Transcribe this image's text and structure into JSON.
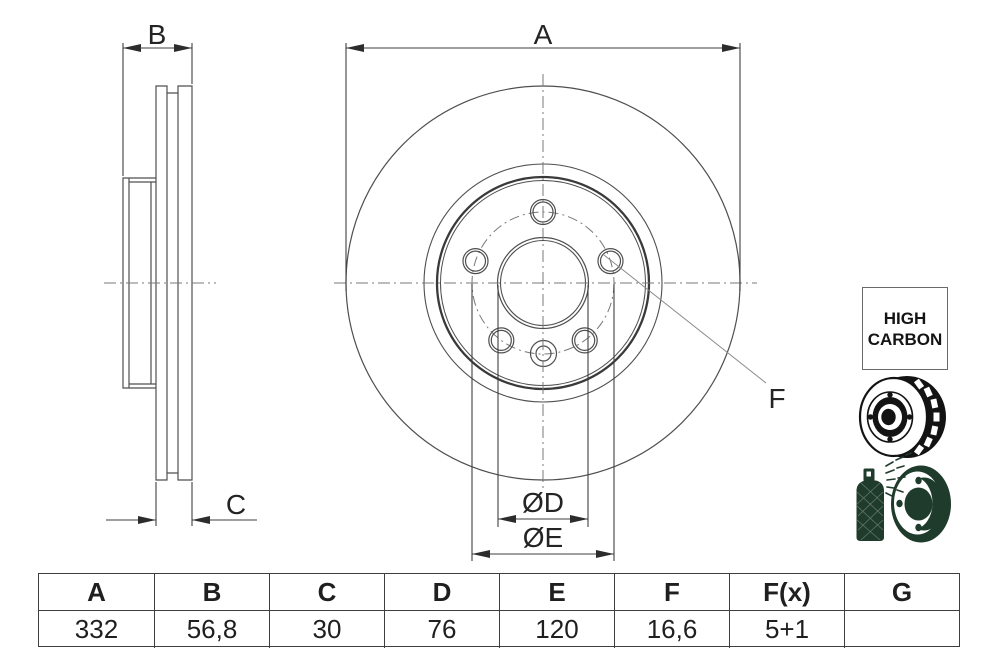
{
  "labels": {
    "dim_a": "A",
    "dim_b": "B",
    "dim_c": "C",
    "dim_d": "ØD",
    "dim_e": "ØE",
    "dim_f": "F"
  },
  "badge": {
    "line1": "HIGH",
    "line2": "CARBON"
  },
  "icons": {
    "disc_icon": "vented-brake-disc",
    "spray_icon": "spray-coated-disc"
  },
  "table": {
    "headers": [
      "A",
      "B",
      "C",
      "D",
      "E",
      "F",
      "F(x)",
      "G"
    ],
    "values": [
      "332",
      "56,8",
      "30",
      "76",
      "120",
      "16,6",
      "5+1",
      ""
    ]
  },
  "colors": {
    "line": "#4f4f4f",
    "dashdot": "#787878",
    "arrow": "#2c2c2c",
    "icon_black": "#131313",
    "icon_green": "#1f3b2c"
  }
}
